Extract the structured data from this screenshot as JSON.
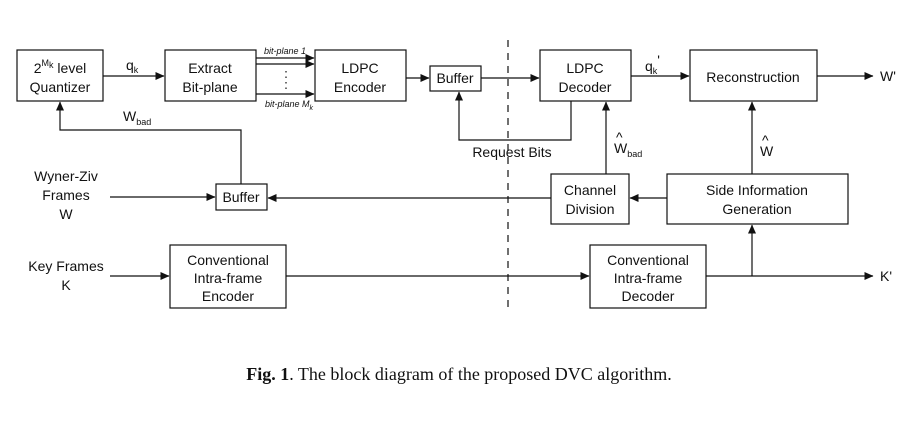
{
  "blocks": {
    "quantizer": {
      "base": "2",
      "exp": "M",
      "exp_sub": "k",
      "line1_rest": " level",
      "line2": "Quantizer"
    },
    "extract": {
      "line1": "Extract",
      "line2": "Bit-plane"
    },
    "ldpc_encoder": {
      "line1": "LDPC",
      "line2": "Encoder"
    },
    "buffer_top": {
      "label": "Buffer"
    },
    "ldpc_decoder": {
      "line1": "LDPC",
      "line2": "Decoder"
    },
    "reconstruction": {
      "label": "Reconstruction"
    },
    "buffer_mid": {
      "label": "Buffer"
    },
    "channel_division": {
      "line1": "Channel",
      "line2": "Division"
    },
    "side_info": {
      "line1": "Side Information",
      "line2": "Generation"
    },
    "intra_encoder": {
      "line1": "Conventional",
      "line2": "Intra-frame",
      "line3": "Encoder"
    },
    "intra_decoder": {
      "line1": "Conventional",
      "line2": "Intra-frame",
      "line3": "Decoder"
    }
  },
  "signals": {
    "qk": {
      "base": "q",
      "sub": "k"
    },
    "bitplane1": {
      "text": "bit-plane 1"
    },
    "bitplane_mk": {
      "text": "bit-plane M",
      "sub": "k"
    },
    "wbad": {
      "base": "W",
      "sub": "bad"
    },
    "request_bits": "Request Bits",
    "qk_prime": {
      "base": "q",
      "sub": "k",
      "prime": "'"
    },
    "what_bad": {
      "base": "W",
      "hat": "^",
      "sub": "bad"
    },
    "what": {
      "base": "W",
      "hat": "^"
    },
    "w_prime": "W'",
    "k_prime": "K'",
    "wyner_ziv": {
      "line1": "Wyner-Ziv",
      "line2": "Frames",
      "line3": "W"
    },
    "key_frames": {
      "line1": "Key Frames",
      "line2": "K"
    }
  },
  "caption": {
    "fig": "Fig. 1",
    "text": ". The block diagram of the proposed DVC algorithm."
  }
}
